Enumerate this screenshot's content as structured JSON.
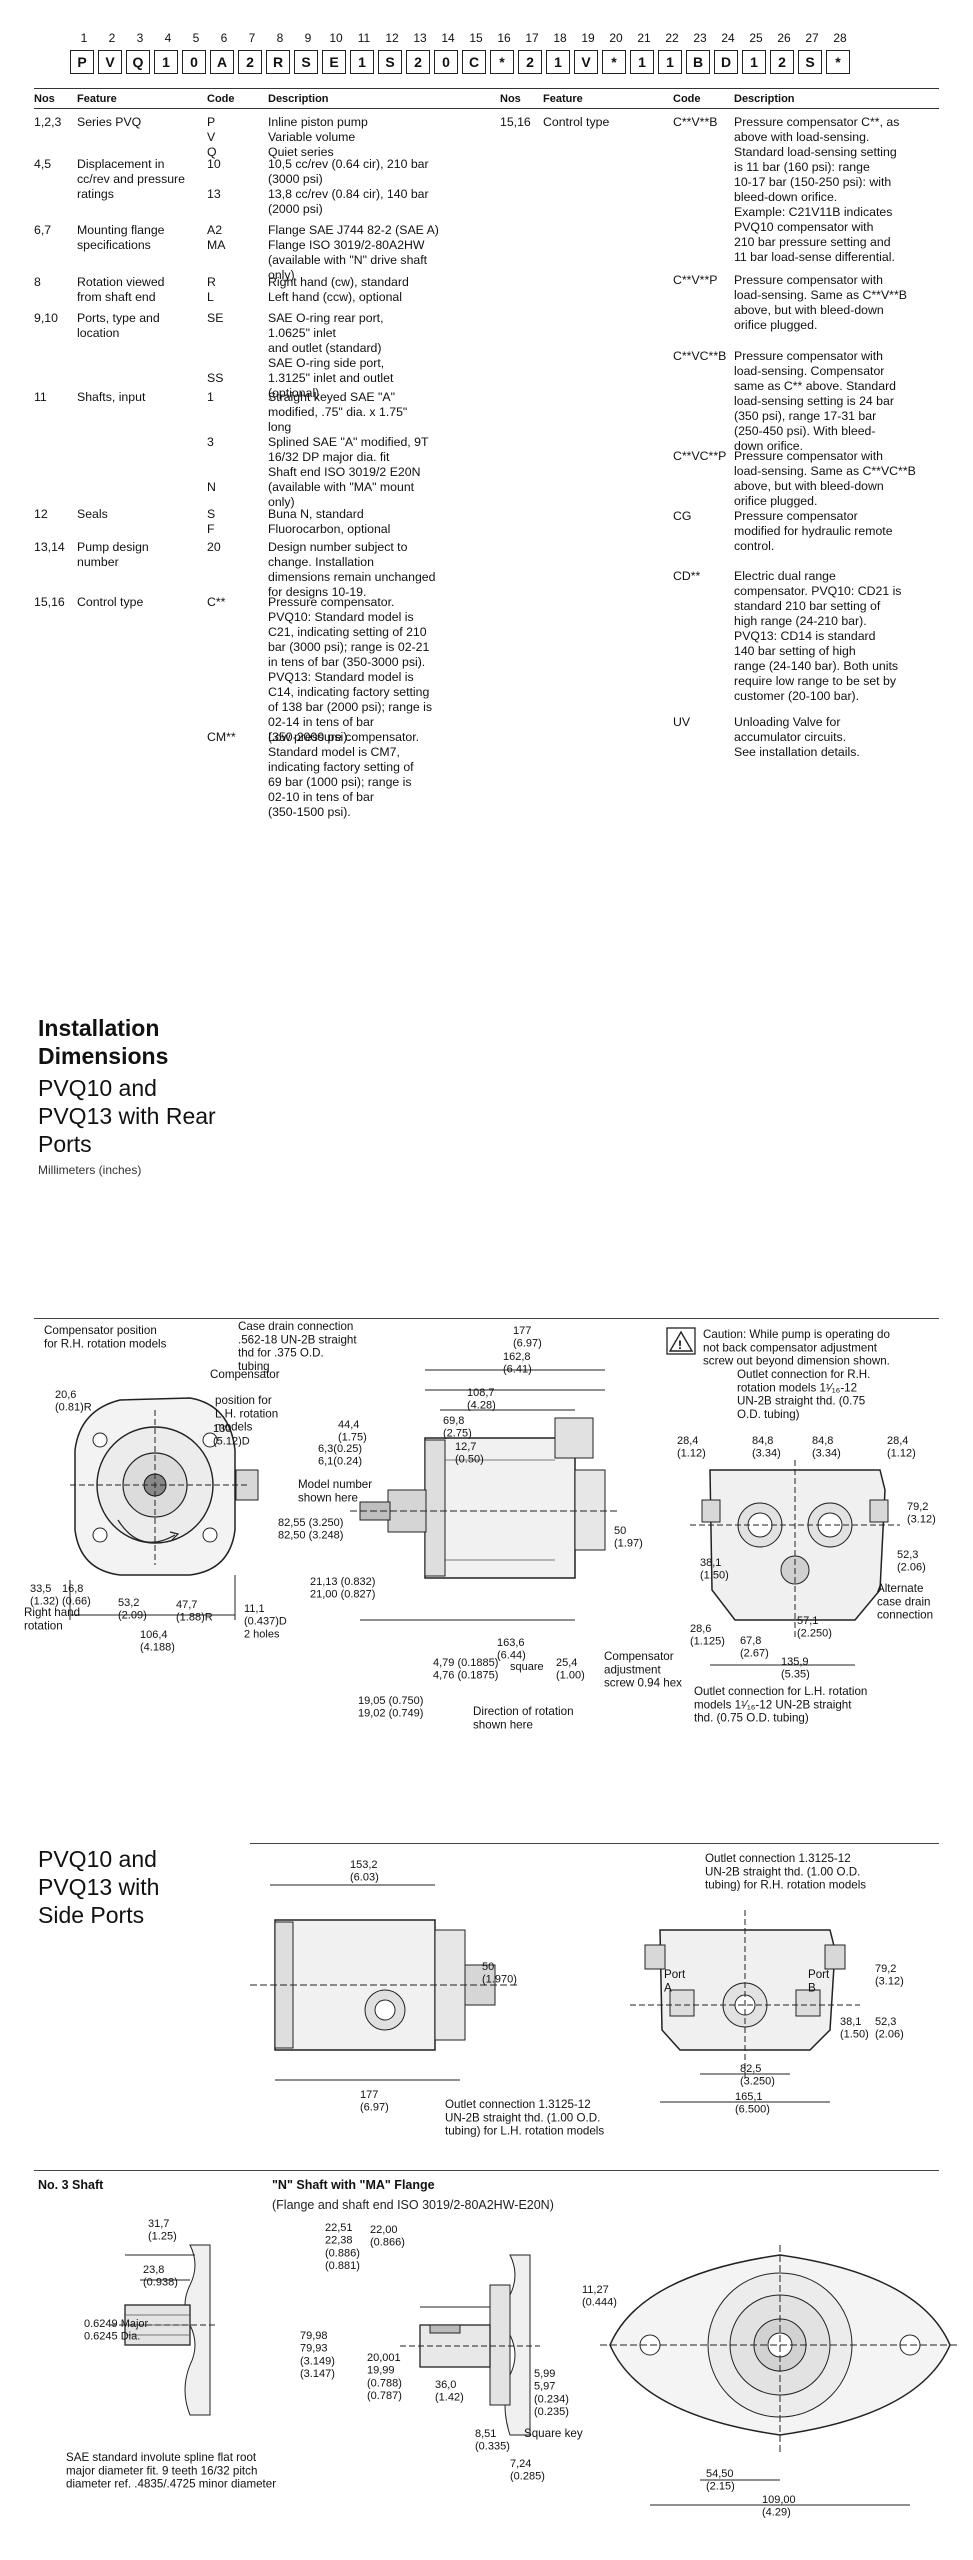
{
  "model_code": {
    "positions": [
      "1",
      "2",
      "3",
      "4",
      "5",
      "6",
      "7",
      "8",
      "9",
      "10",
      "11",
      "12",
      "13",
      "14",
      "15",
      "16",
      "17",
      "18",
      "19",
      "20",
      "21",
      "22",
      "23",
      "24",
      "25",
      "26",
      "27",
      "28"
    ],
    "boxes": [
      "P",
      "V",
      "Q",
      "1",
      "0",
      "A",
      "2",
      "R",
      "S",
      "E",
      "1",
      "S",
      "2",
      "0",
      "C",
      "*",
      "2",
      "1",
      "V",
      "*",
      "1",
      "1",
      "B",
      "D",
      "1",
      "2",
      "S",
      "*"
    ]
  },
  "table_headers": {
    "nos": "Nos",
    "feature": "Feature",
    "code": "Code",
    "description": "Description"
  },
  "left_rows": [
    {
      "nos": "1,2,3",
      "feature": "Series PVQ",
      "code": "P\nV\nQ",
      "description": "Inline piston pump\nVariable volume\nQuiet series"
    },
    {
      "nos": "4,5",
      "feature": "Displacement in\ncc/rev and pressure\nratings",
      "code": "10\n\n13",
      "description": "10,5 cc/rev (0.64 cir), 210 bar\n(3000 psi)\n13,8 cc/rev (0.84 cir), 140 bar\n(2000 psi)"
    },
    {
      "nos": "6,7",
      "feature": "Mounting flange\nspecifications",
      "code": "A2\nMA",
      "description": "Flange SAE J744 82-2 (SAE A)\nFlange ISO 3019/2-80A2HW\n(available with \"N\" drive shaft\nonly)"
    },
    {
      "nos": "8",
      "feature": "Rotation viewed\nfrom shaft end",
      "code": "R\nL",
      "description": "Right hand (cw), standard\nLeft hand (ccw), optional"
    },
    {
      "nos": "9,10",
      "feature": "Ports, type and\nlocation",
      "code": "SE\n\n\n\nSS",
      "description": "SAE O-ring rear port,\n1.0625\" inlet\nand outlet (standard)\nSAE O-ring side port,\n1.3125\" inlet and outlet\n(optional)"
    },
    {
      "nos": "11",
      "feature": "Shafts, input",
      "code": "1\n\n\n3\n\n\nN",
      "description": "Straight keyed SAE \"A\"\nmodified, .75\" dia. x 1.75\"\nlong\nSplined SAE \"A\" modified, 9T\n16/32 DP major dia. fit\nShaft end ISO 3019/2 E20N\n(available with \"MA\" mount\nonly)"
    },
    {
      "nos": "12",
      "feature": "Seals",
      "code": "S\nF",
      "description": "Buna N, standard\nFluorocarbon, optional"
    },
    {
      "nos": "13,14",
      "feature": "Pump design\nnumber",
      "code": "20",
      "description": "Design number subject to\nchange. Installation\ndimensions remain unchanged\nfor designs 10-19."
    },
    {
      "nos": "15,16",
      "feature": "Control type",
      "code": "C**",
      "description": "Pressure compensator.\nPVQ10: Standard model is\nC21, indicating setting of 210\nbar (3000 psi); range is 02-21\nin tens of bar (350-3000 psi).\nPVQ13: Standard model is\nC14, indicating factory setting\nof 138 bar (2000 psi); range is\n02-14 in tens of bar\n(350-2000 psi)."
    },
    {
      "nos": "",
      "feature": "",
      "code": "CM**",
      "description": "Low pressure compensator.\nStandard model is CM7,\nindicating factory setting of\n69 bar (1000 psi); range is\n02-10 in tens of bar\n(350-1500 psi)."
    }
  ],
  "right_rows": [
    {
      "nos": "15,16",
      "feature": "Control type",
      "code": "C**V**B",
      "description": "Pressure compensator C**, as\nabove with load-sensing.\nStandard load-sensing setting\nis 11 bar (160 psi): range\n10-17 bar (150-250 psi): with\nbleed-down orifice.\nExample: C21V11B indicates\nPVQ10 compensator with\n210 bar pressure setting and\n11 bar load-sense differential."
    },
    {
      "nos": "",
      "feature": "",
      "code": "C**V**P",
      "description": "Pressure compensator with\nload-sensing. Same as C**V**B\nabove, but with bleed-down\norifice plugged."
    },
    {
      "nos": "",
      "feature": "",
      "code": "C**VC**B",
      "description": "Pressure compensator with\nload-sensing. Compensator\nsame as C** above. Standard\nload-sensing setting is 24 bar\n(350 psi), range 17-31 bar\n(250-450 psi). With bleed-\ndown orifice."
    },
    {
      "nos": "",
      "feature": "",
      "code": "C**VC**P",
      "description": "Pressure compensator with\nload-sensing. Same as C**VC**B\nabove, but with bleed-down\norifice plugged."
    },
    {
      "nos": "",
      "feature": "",
      "code": "CG",
      "description": "Pressure compensator\nmodified for hydraulic remote\ncontrol."
    },
    {
      "nos": "",
      "feature": "",
      "code": "CD**",
      "description": "Electric dual range\ncompensator. PVQ10: CD21 is\nstandard 210 bar setting of\nhigh range (24-210 bar).\nPVQ13: CD14 is standard\n140 bar setting of high\nrange (24-140 bar). Both units\nrequire low range to be set by\ncustomer (20-100 bar)."
    },
    {
      "nos": "",
      "feature": "",
      "code": "UV",
      "description": "Unloading Valve for\naccumulator circuits.\nSee installation details."
    }
  ],
  "installation": {
    "title": "Installation\nDimensions",
    "subtitle": "PVQ10 and\nPVQ13 with Rear\nPorts",
    "units": "Millimeters (inches)"
  },
  "rear_ports_labels": {
    "comp_pos_rh": "Compensator position\nfor R.H. rotation models",
    "case_drain": "Case drain connection\n.562-18 UN-2B straight\nthd for .375 O.D.\ntubing",
    "compensator": "Compensator",
    "pos_lh": "position for\nL.H. rotation\nmodels",
    "d_130": "130\n(5.12)D",
    "d_206": "20,6\n(0.81)R",
    "d_335": "33,5\n(1.32)",
    "d_168": "16,8\n(0.66)",
    "right_hand_rotation": "Right hand\nrotation",
    "d_532": "53,2\n(2.09)",
    "d_477": "47,7\n(1.88)R",
    "d_1064": "106,4\n(4.188)",
    "d_111": "11,1\n(0.437)D\n2 holes",
    "d_177": "177\n(6.97)",
    "d_1628": "162,8\n(6.41)",
    "d_1087": "108,7\n(4.28)",
    "d_698": "69,8\n(2.75)",
    "d_444": "44,4\n(1.75)",
    "d_63": "6,3(0.25)\n6,1(0.24)",
    "d_127": "12,7\n(0.50)",
    "model_number": "Model number\nshown here",
    "d_8255": "82,55 (3.250)\n82,50 (3.248)",
    "d_2113": "21,13 (0.832)\n21,00 (0.827)",
    "d_50": "50\n(1.97)",
    "d_1636": "163,6\n(6.44)",
    "d_479": "4,79 (0.1885)\n4,76 (0.1875)",
    "square": "square",
    "d_254": "25,4\n(1.00)",
    "comp_adj": "Compensator\nadjustment\nscrew 0.94 hex",
    "d_1905": "19,05 (0.750)\n19,02 (0.749)",
    "dir_rotation": "Direction of rotation\nshown here",
    "caution": "Caution: While pump is operating do\nnot back compensator adjustment\nscrew out beyond dimension shown.",
    "outlet_rh": "Outlet connection for R.H.\nrotation models 1¹⁄₁₆-12\nUN-2B straight thd. (0.75\nO.D. tubing)",
    "d_284a": "28,4\n(1.12)",
    "d_848a": "84,8\n(3.34)",
    "d_848b": "84,8\n(3.34)",
    "d_284b": "28,4\n(1.12)",
    "d_792": "79,2\n(3.12)",
    "d_381": "38,1\n(1.50)",
    "d_523": "52,3\n(2.06)",
    "d_571": "57,1\n(2.250)",
    "alt_drain": "Alternate\ncase drain\nconnection",
    "d_286": "28,6\n(1.125)",
    "d_678": "67,8\n(2.67)",
    "d_1359": "135,9\n(5.35)",
    "outlet_lh": "Outlet connection for L.H. rotation\nmodels 1¹⁄₁₆-12 UN-2B straight\nthd. (0.75 O.D. tubing)"
  },
  "side_ports": {
    "title": "PVQ10 and\nPVQ13 with\nSide Ports",
    "d_1532": "153,2\n(6.03)",
    "d_50": "50\n(1.970)",
    "d_177": "177\n(6.97)",
    "outlet_lh": "Outlet connection 1.3125-12\nUN-2B straight thd. (1.00 O.D.\ntubing) for L.H. rotation models",
    "outlet_rh": "Outlet connection 1.3125-12\nUN-2B straight thd. (1.00 O.D.\ntubing) for R.H. rotation models",
    "port_a": "Port\nA",
    "port_b": "Port\nB",
    "d_792": "79,2\n(3.12)",
    "d_381": "38,1\n(1.50)",
    "d_523": "52,3\n(2.06)",
    "d_825": "82,5\n(3.250)",
    "d_1651": "165,1\n(6.500)"
  },
  "shaft3": {
    "title": "No. 3 Shaft",
    "d_317": "31,7\n(1.25)",
    "d_238": "23,8\n(0.938)",
    "major": "0.6249 Major\n0.6245 Dia.",
    "spline_note": "SAE standard involute spline flat root\nmajor diameter fit. 9 teeth 16/32 pitch\ndiameter ref. .4835/.4725 minor diameter"
  },
  "shaftN": {
    "title": "\"N\" Shaft with \"MA\" Flange",
    "note": "(Flange and shaft end ISO 3019/2-80A2HW-E20N)",
    "d_2251": "22,51\n22,38\n(0.886)\n(0.881)",
    "d_2200": "22,00\n(0.866)",
    "d_7998": "79,98\n79,93\n(3.149)\n(3.147)",
    "d_20001": "20,001\n19,99\n(0.788)\n(0.787)",
    "d_360": "36,0\n(1.42)",
    "d_599": "5,99\n5,97\n(0.234)\n(0.235)",
    "square_key": "Square key",
    "d_851": "8,51\n(0.335)",
    "d_724": "7,24\n(0.285)",
    "d_1127": "11,27\n(0.444)",
    "d_5450": "54,50\n(2.15)",
    "d_10900": "109,00\n(4.29)"
  }
}
